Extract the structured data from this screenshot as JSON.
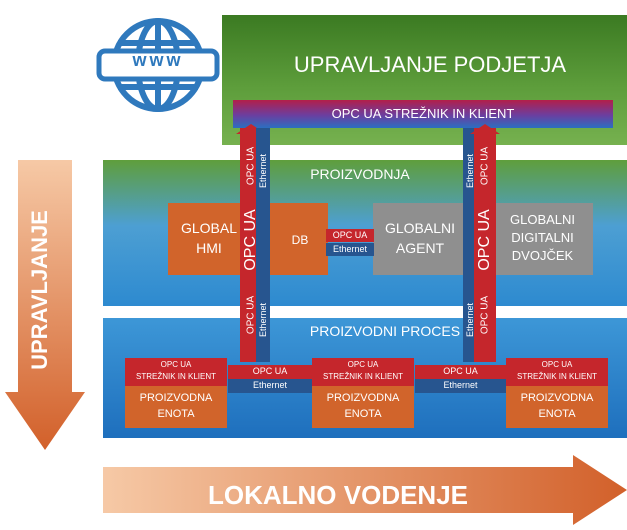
{
  "top": {
    "title": "UPRAVLJANJE PODJETJA",
    "server": "OPC UA STREŽNIK IN KLIENT",
    "web_icon_text": "www"
  },
  "mid": {
    "title": "PROIZVODNJA",
    "global_hmi": [
      "GLOBAL",
      "HMI"
    ],
    "opc_ua": "OPC UA",
    "db": "DB",
    "global_agent": [
      "GLOBALNI",
      "AGENT"
    ],
    "twin": [
      "GLOBALNI",
      "DIGITALNI",
      "DVOJČEK"
    ]
  },
  "bottom": {
    "title": "PROIZVODNI PROCES",
    "units": [
      {
        "server": [
          "OPC UA",
          "STREŽNIK  IN KLIENT"
        ],
        "name": [
          "PROIZVODNA",
          "ENOTA"
        ]
      },
      {
        "server": [
          "OPC UA",
          "STREŽNIK  IN KLIENT"
        ],
        "name": [
          "PROIZVODNA",
          "ENOTA"
        ]
      },
      {
        "server": [
          "OPC UA",
          "STREŽNIK  IN KLIENT"
        ],
        "name": [
          "PROIZVODNA",
          "ENOTA"
        ]
      }
    ]
  },
  "links": {
    "opc": "OPC UA",
    "eth": "Ethernet"
  },
  "side_label": "UPRAVLJANJE",
  "bottom_label": "LOKALNO VODENJE",
  "colors": {
    "orange": "#d1642b",
    "red": "#c5262c",
    "blue": "#27558f",
    "grey": "#8f8f8f"
  }
}
